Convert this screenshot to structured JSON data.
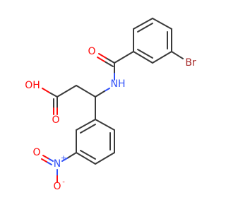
{
  "molecule": {
    "colors": {
      "carbon": "#3a3a3a",
      "oxygen": "#ff0d0d",
      "nitrogen": "#3050f8",
      "bromine": "#a62929"
    },
    "atoms": {
      "carbonyl_oxygen": "O",
      "amide_nh": "NH",
      "bromine": "Br",
      "hydroxyl": "OH",
      "acid_oxygen": "O",
      "nitro_nitrogen": "N",
      "nitro_plus": "+",
      "nitro_oxygen_top": "O",
      "nitro_oxygen_bottom": "O",
      "nitro_minus": "-"
    }
  }
}
